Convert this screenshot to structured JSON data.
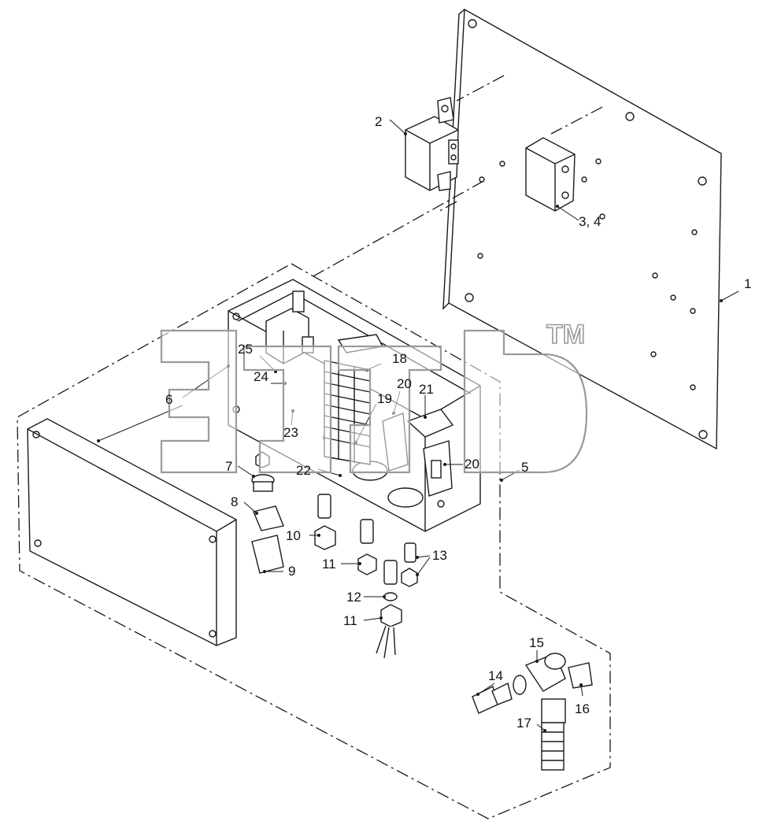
{
  "watermark": {
    "trademark": "TM"
  },
  "callouts": {
    "c1": "1",
    "c2": "2",
    "c3_4": "3, 4",
    "c5": "5",
    "c6": "6",
    "c7": "7",
    "c8": "8",
    "c9": "9",
    "c10": "10",
    "c11a": "11",
    "c11b": "11",
    "c12": "12",
    "c13": "13",
    "c14": "14",
    "c15": "15",
    "c16": "16",
    "c17": "17",
    "c18": "18",
    "c19": "19",
    "c20a": "20",
    "c20b": "20",
    "c21": "21",
    "c22": "22",
    "c23": "23",
    "c24": "24",
    "c25": "25"
  },
  "colors": {
    "line": "#1a1a1a",
    "watermark_outline": "#9a9a9a",
    "background": "#ffffff"
  }
}
